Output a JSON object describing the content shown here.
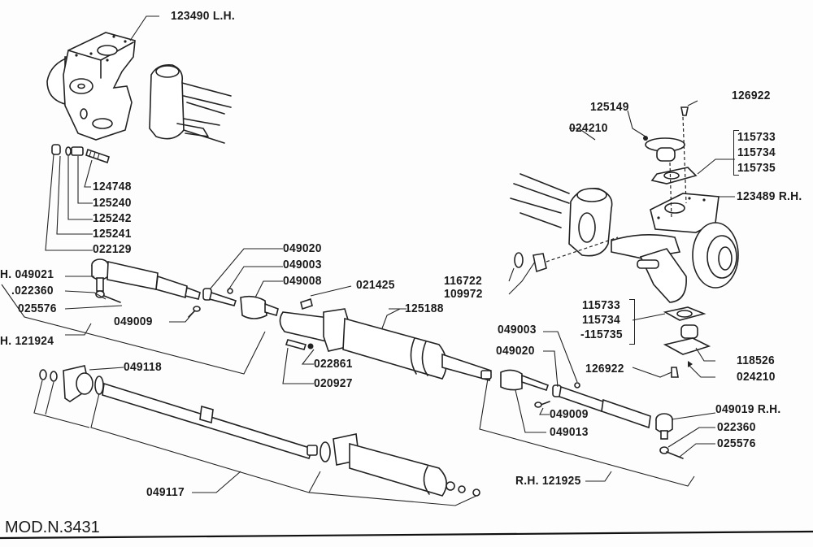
{
  "diagram": {
    "title": "Steering linkage exploded parts diagram",
    "model_label": "MOD.N.3431",
    "labels": {
      "knuckle_lh": "123490 L.H.",
      "bolt": "124748",
      "bush": "125240",
      "washer_a": "125242",
      "washer_b": "125241",
      "nut": "022129",
      "tie_rod_end_lh": "H. 049021",
      "castle_nut_lh": ".022360",
      "cotter_pin_lh": "025576",
      "tie_rod_lh": "H. 121924",
      "clamp_bolt_lh": "049009",
      "clamp_lh": "049020",
      "clamp_nut_lh": "049003",
      "ball_joint_inner_lh": "049008",
      "mount_bolt": "021425",
      "cylinder": "125188",
      "mount_washer": "022861",
      "mount_screw": "020927",
      "seal_kit": "049118",
      "piston_rod": "049117",
      "knuckle_rh": "123489 R.H.",
      "ball_joint_upper": "125149",
      "nut_upper": "024210",
      "screw_upper": "126922",
      "shims_upper": [
        "115733",
        "115734",
        "115735"
      ],
      "seal_ring": "116722",
      "bushing": "109972",
      "shims_lower": [
        "115733",
        "115734",
        "-115735"
      ],
      "screw_lower": "126922",
      "ball_joint_lower": "118526",
      "nut_lower": "024210",
      "clamp_nut_rh": "049003",
      "clamp_rh": "049020",
      "clamp_bolt_rh": "049009",
      "ball_joint_inner_rh": "049013",
      "tie_rod_end_rh": "049019 R.H.",
      "castle_nut_rh": "022360",
      "cotter_pin_rh": "025576",
      "tie_rod_rh": "R.H. 121925"
    }
  }
}
